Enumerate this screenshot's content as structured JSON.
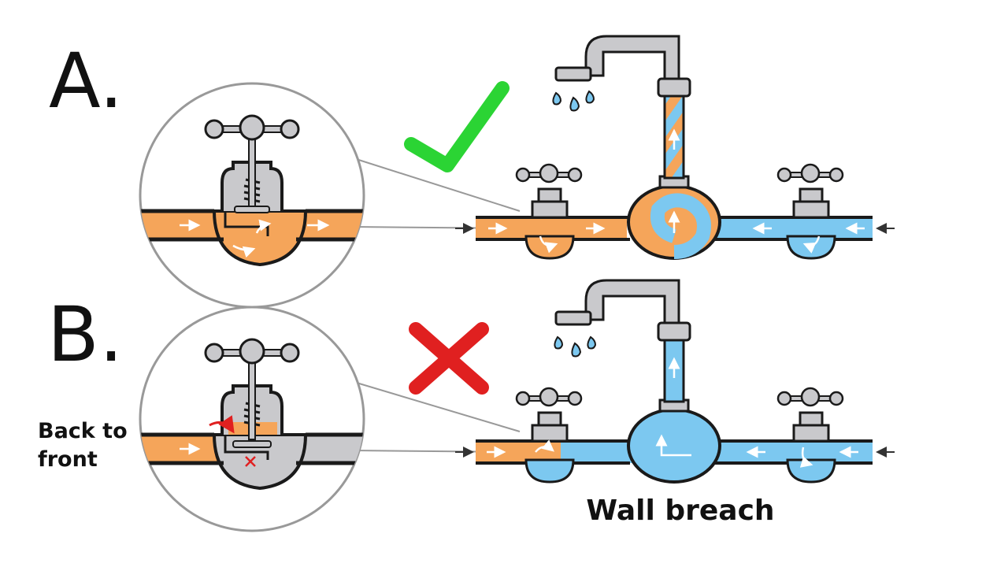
{
  "scenarios": [
    {
      "letter": "A.",
      "verdict": "correct",
      "verdict_icon": "check-icon"
    },
    {
      "letter": "B.",
      "verdict": "wrong",
      "verdict_icon": "cross-icon"
    }
  ],
  "captions": {
    "back_to_front_line1": "Back to",
    "back_to_front_line2": "front",
    "wall_breach": "Wall breach"
  },
  "colors": {
    "hot": "#F5A55A",
    "cold": "#7CC8F0",
    "metal": "#C9C9CC",
    "check": "#2BD434",
    "cross": "#E02020",
    "outline": "#1a1a1a"
  }
}
